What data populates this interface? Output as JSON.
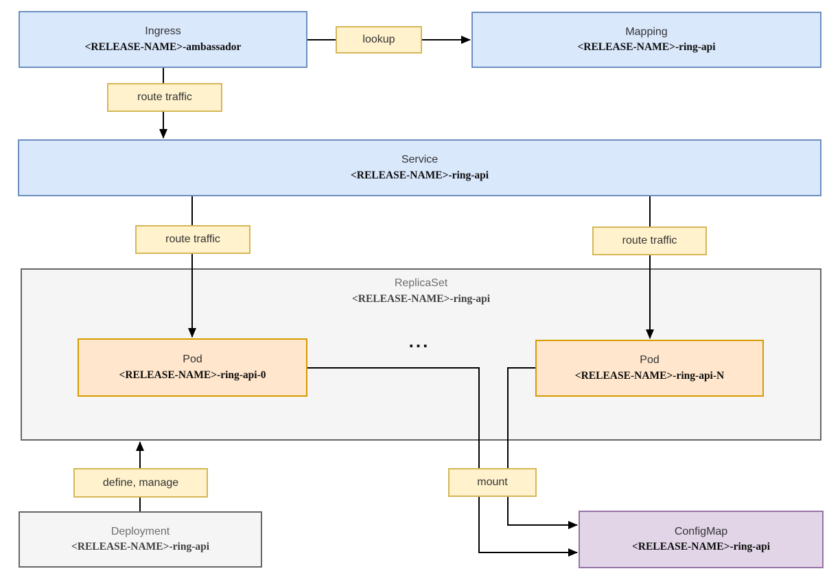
{
  "diagram": {
    "nodes": {
      "ingress": {
        "title": "Ingress",
        "subtitle": "<RELEASE-NAME>-ambassador",
        "fill": "#dae8fc",
        "stroke": "#6c8ebf"
      },
      "mapping": {
        "title": "Mapping",
        "subtitle": "<RELEASE-NAME>-ring-api",
        "fill": "#dae8fc",
        "stroke": "#6c8ebf"
      },
      "service": {
        "title": "Service",
        "subtitle": "<RELEASE-NAME>-ring-api",
        "fill": "#dae8fc",
        "stroke": "#6c8ebf"
      },
      "replicaset": {
        "title": "ReplicaSet",
        "subtitle": "<RELEASE-NAME>-ring-api",
        "fill": "#f5f5f5",
        "stroke": "#666666"
      },
      "pod0": {
        "title": "Pod",
        "subtitle": "<RELEASE-NAME>-ring-api-0",
        "fill": "#ffe6cc",
        "stroke": "#d79b00"
      },
      "podn": {
        "title": "Pod",
        "subtitle": "<RELEASE-NAME>-ring-api-N",
        "fill": "#ffe6cc",
        "stroke": "#d79b00"
      },
      "deployment": {
        "title": "Deployment",
        "subtitle": "<RELEASE-NAME>-ring-api",
        "fill": "#f5f5f5",
        "stroke": "#666666"
      },
      "configmap": {
        "title": "ConfigMap",
        "subtitle": "<RELEASE-NAME>-ring-api",
        "fill": "#e1d5e7",
        "stroke": "#9673a6"
      }
    },
    "edge_labels": {
      "lookup": "lookup",
      "route_traffic_ingress": "route traffic",
      "route_traffic_pod0": "route traffic",
      "route_traffic_podn": "route traffic",
      "define_manage": "define, manage",
      "mount": "mount"
    },
    "ellipsis": "...",
    "label_style": {
      "fill": "#fff2cc",
      "stroke": "#d6b656"
    },
    "edge_color": "#000000"
  }
}
